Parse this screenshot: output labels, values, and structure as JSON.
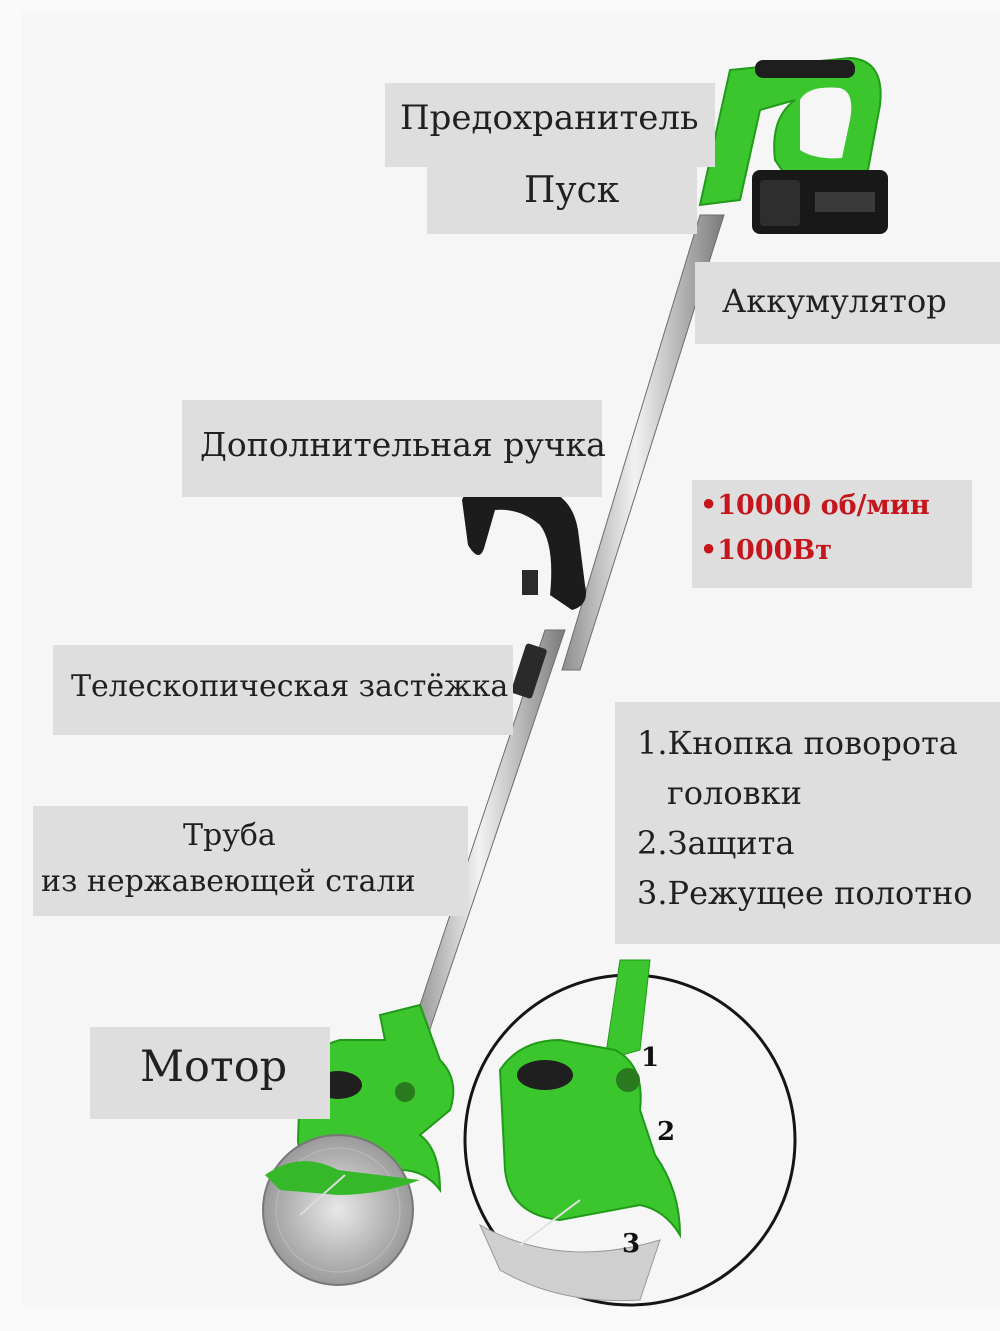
{
  "labels": {
    "safety": "Предохранитель",
    "start": "Пуск",
    "battery": "Аккумулятор",
    "aux_handle": "Дополнительная ручка",
    "telescopic": "Телескопическая застёжка",
    "tube_line1": "Труба",
    "tube_line2": "из нержавеющей стали",
    "motor": "Мотор"
  },
  "specs": {
    "rpm": "•10000 об/мин",
    "power": "•1000Вт"
  },
  "features": {
    "item1_line1": "1.Кнопка поворота",
    "item1_line2": "головки",
    "item2": "2.Защита",
    "item3": "3.Режущее полотно"
  },
  "detail_markers": [
    "1",
    "2",
    "3"
  ],
  "colors": {
    "accent_green": "#3cc62e",
    "spec_red": "#c4161c",
    "label_bg": "#dededf"
  }
}
